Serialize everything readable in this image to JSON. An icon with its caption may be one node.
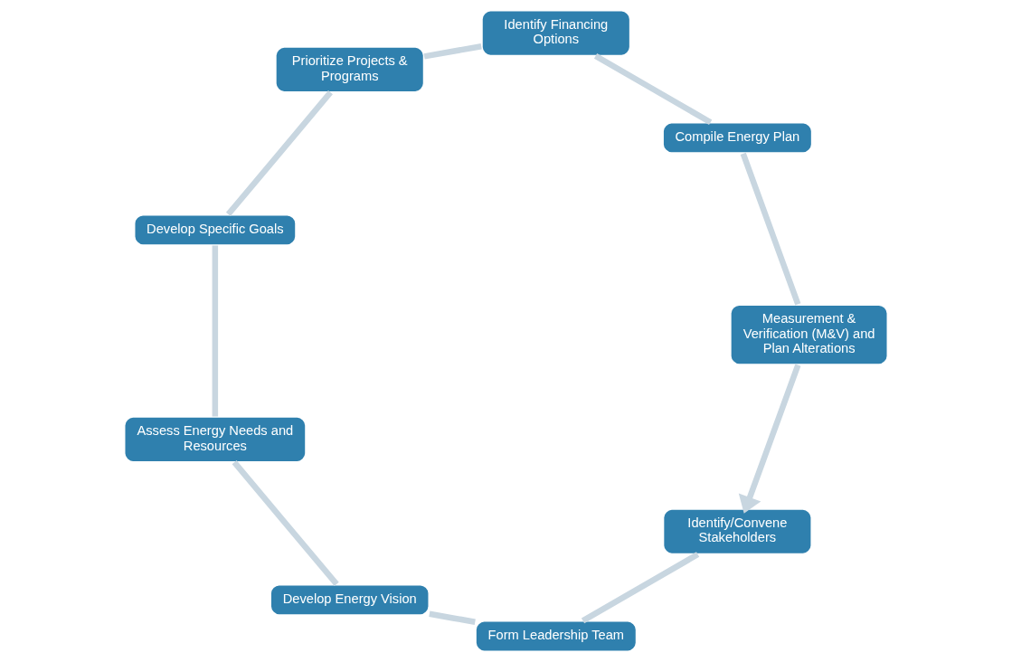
{
  "diagram": {
    "nodes": [
      {
        "text": [
          "Identify/Convene Stakeholders"
        ]
      },
      {
        "text": [
          "Form Leadership Team"
        ]
      },
      {
        "text": [
          "Develop Energy Vision"
        ]
      },
      {
        "text": [
          "Assess Energy Needs and Resources"
        ]
      },
      {
        "text": [
          "Develop Specific Goals"
        ]
      },
      {
        "text": [
          "Prioritize Projects & Programs"
        ]
      },
      {
        "text": [
          "Identify Financing Options"
        ]
      },
      {
        "text": [
          "Compile Energy Plan"
        ]
      },
      {
        "text": [
          "Measurement & Verification (M&V) and Plan Alterations"
        ]
      }
    ],
    "edges": [
      {
        "from": 0,
        "to": 1,
        "arrow": "none"
      },
      {
        "from": 1,
        "to": 2,
        "arrow": "none"
      },
      {
        "from": 2,
        "to": 3,
        "arrow": "none"
      },
      {
        "from": 3,
        "to": 4,
        "arrow": "none"
      },
      {
        "from": 4,
        "to": 5,
        "arrow": "none"
      },
      {
        "from": 5,
        "to": 6,
        "arrow": "none"
      },
      {
        "from": 6,
        "to": 7,
        "arrow": "none"
      },
      {
        "from": 7,
        "to": 8,
        "arrow": "none"
      },
      {
        "from": 8,
        "to": 0,
        "arrow": "to"
      }
    ]
  }
}
